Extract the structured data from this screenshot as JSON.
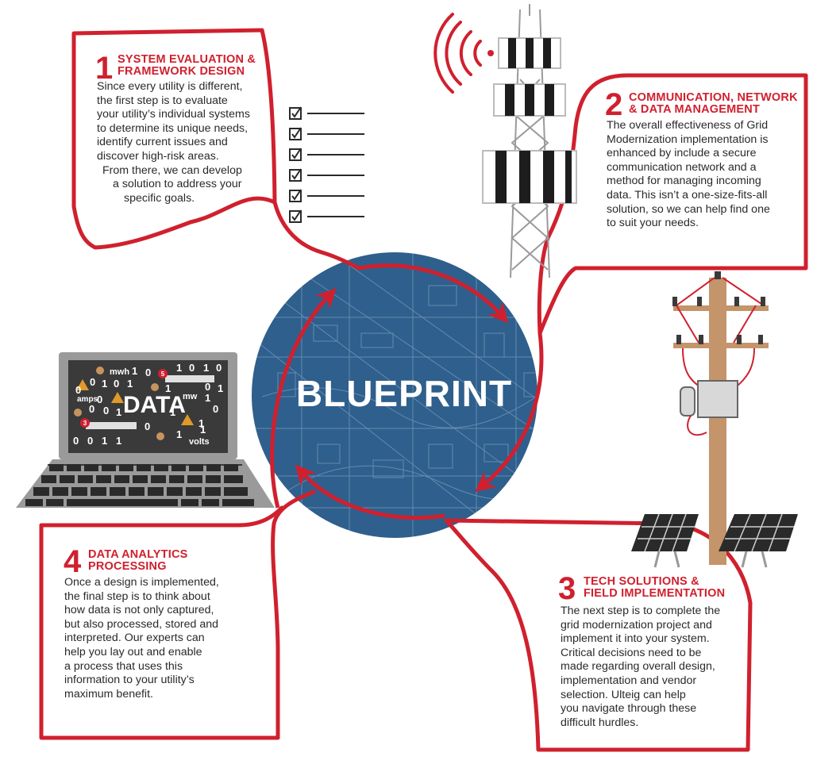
{
  "center": {
    "title": "BLUEPRINT"
  },
  "colors": {
    "accent": "#d0202e",
    "blueprint": "#2f5f8c",
    "text": "#2a2a2a",
    "screen": "#3a3a3a"
  },
  "steps": [
    {
      "number": "1",
      "title_lines": [
        "SYSTEM EVALUATION &",
        "FRAMEWORK DESIGN"
      ],
      "body_lines": [
        "Since every utility is different,",
        "the first step is to evaluate",
        "your utility’s individual systems",
        "to determine its unique needs,",
        "identify current issues and",
        "discover high-risk areas.",
        "From there, we can develop",
        "a solution to address your",
        "specific goals."
      ]
    },
    {
      "number": "2",
      "title_lines": [
        "COMMUNICATION, NETWORK",
        "& DATA MANAGEMENT"
      ],
      "body_lines": [
        "The overall effectiveness of Grid",
        "Modernization implementation is",
        "enhanced by include a secure",
        "communication network and a",
        "method for managing incoming",
        "data. This isn’t a one-size-fits-all",
        "solution, so we can help find one",
        "to suit your needs."
      ]
    },
    {
      "number": "3",
      "title_lines": [
        "TECH SOLUTIONS &",
        "FIELD IMPLEMENTATION"
      ],
      "body_lines": [
        "The next step is to complete the",
        "grid modernization project and",
        "implement it into your system.",
        "Critical decisions need to be",
        "made regarding overall design,",
        "implementation and vendor",
        "selection. Ulteig can help",
        "you navigate through these",
        "difficult hurdles."
      ]
    },
    {
      "number": "4",
      "title_lines": [
        "DATA ANALYTICS",
        "PROCESSING"
      ],
      "body_lines": [
        "Once a design is implemented,",
        "the final step is to think about",
        "how data is not only captured,",
        "but also processed, stored and",
        "interpreted. Our experts can",
        "help you lay out and enable",
        "a process that uses this",
        "information to your utility’s",
        "maximum benefit."
      ]
    }
  ],
  "laptop_screen": {
    "data_label": "DATA",
    "units": [
      "mwh",
      "amps",
      "mw",
      "volts"
    ],
    "digits": [
      "1",
      "0",
      "1",
      "0",
      "1",
      "0",
      "0",
      "1",
      "0",
      "1",
      "0",
      "1",
      "0",
      "1",
      "0",
      "1",
      "0",
      "0",
      "1",
      "1",
      "0",
      "1",
      "0",
      "1",
      "1",
      "0",
      "0",
      "1",
      "1"
    ],
    "badges": [
      "5",
      "3"
    ]
  },
  "icons": [
    "checklist-icon",
    "communication-tower-icon",
    "radio-signal-icon",
    "utility-pole-icon",
    "solar-panel-icon",
    "laptop-icon",
    "cycle-arrow-icon"
  ]
}
